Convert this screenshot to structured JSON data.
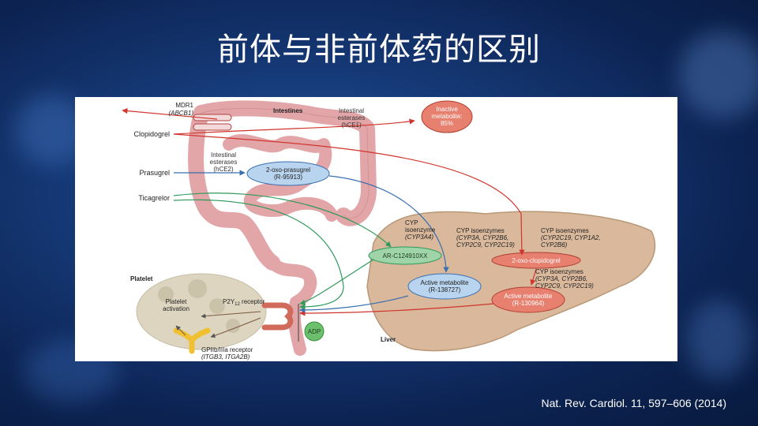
{
  "slide": {
    "title": "前体与非前体药的区别",
    "citation": "Nat. Rev. Cardiol. 11, 597–606 (2014)"
  },
  "diagram": {
    "intestines": "Intestines",
    "mdr1": "MDR1",
    "abcb1": "(ABCB1)",
    "intestinal_esterases_1": [
      "Intestinal",
      "esterases",
      "(hCE1)"
    ],
    "inactive_metabolite": [
      "Inactive",
      "metabolite:",
      "85%"
    ],
    "clopidogrel": "Clopidogrel",
    "intestinal_esterases_2": [
      "Intestinal",
      "esterases",
      "(hCE2)"
    ],
    "prasugrel": "Prasugrel",
    "oxo_prasugrel": [
      "2-oxo-prasugrel",
      "(R-95913)"
    ],
    "ticagrelor": "Ticagrelor",
    "cyp3a4": [
      "CYP",
      "isoenzyme",
      "(CYP3A4)"
    ],
    "cyp_group_prasugrel": [
      "CYP isoenzymes",
      "(CYP3A, CYP2B6,",
      "CYP2C9, CYP2C19)"
    ],
    "cyp_group_clopidogrel_1": [
      "CYP isoenzymes",
      "(CYP2C19, CYP1A2,",
      "CYP2B6)"
    ],
    "ar_metabolite": "AR-C124910XX",
    "oxo_clopidogrel": "2-oxo-clopidogrel",
    "cyp_group_clopidogrel_2": [
      "CYP isoenzymes",
      "(CYP3A, CYP2B6,",
      "CYP2C9, CYP2C19)"
    ],
    "active_metabolite_prasugrel": [
      "Active metabolite",
      "(R-138727)"
    ],
    "active_metabolite_clopidogrel": [
      "Active metabolite",
      "(R-130964)"
    ],
    "platelet": "Platelet",
    "platelet_activation": [
      "Platelet",
      "activation"
    ],
    "p2y12_receptor": [
      "P2Y",
      "12",
      " receptor"
    ],
    "adp": "ADP",
    "gpiib": [
      "GPIIb/IIIa receptor",
      "(ITGB3, ITGA2B)"
    ],
    "liver": "Liver"
  },
  "colors": {
    "clopidogrel_path": "#d0342c",
    "prasugrel_path": "#3a6fb0",
    "ticagrelor_path": "#2e9a5a",
    "liver": "#d9b89c",
    "intestine": "#e2a6a8",
    "platelet": "#ddd5c0"
  }
}
